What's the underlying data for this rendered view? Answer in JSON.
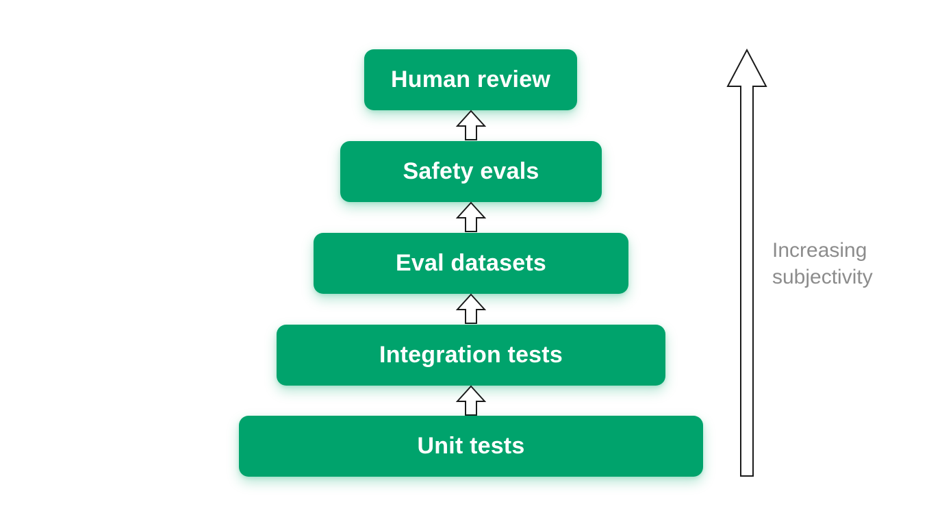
{
  "diagram": {
    "levels": [
      {
        "label": "Human review"
      },
      {
        "label": "Safety evals"
      },
      {
        "label": "Eval datasets"
      },
      {
        "label": "Integration tests"
      },
      {
        "label": "Unit tests"
      }
    ],
    "axis": {
      "label_line1": "Increasing",
      "label_line2": "subjectivity"
    }
  },
  "colors": {
    "box_fill": "#00a36c",
    "box_text": "#ffffff",
    "arrow_stroke": "#1a1a1a",
    "axis_label": "#8c8c8c",
    "background": "#ffffff"
  }
}
